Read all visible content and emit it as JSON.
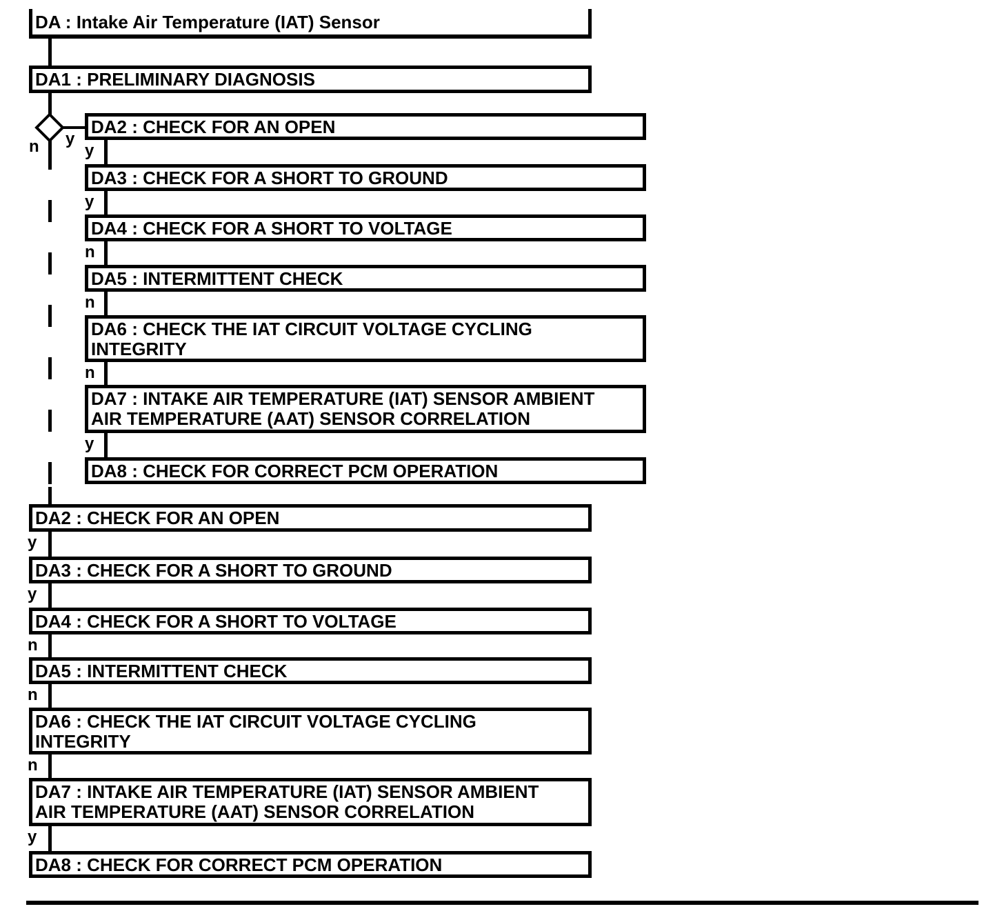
{
  "page": {
    "background": "#ffffff",
    "line_color": "#000000"
  },
  "header": {
    "title": "DA : Intake Air Temperature (IAT) Sensor"
  },
  "flowchart": {
    "root_box": {
      "label": "DA1 : PRELIMINARY DIAGNOSIS"
    },
    "decision": {
      "yes_label": "y",
      "no_label": "n"
    },
    "yes_branch_steps": [
      {
        "label": "DA2 : CHECK FOR AN OPEN",
        "outcome": "y"
      },
      {
        "label": "DA3 : CHECK FOR A SHORT TO GROUND",
        "outcome": "y"
      },
      {
        "label": "DA4 : CHECK FOR A SHORT TO VOLTAGE",
        "outcome": "n"
      },
      {
        "label": "DA5 : INTERMITTENT CHECK",
        "outcome": "n"
      },
      {
        "label": "DA6 : CHECK THE IAT CIRCUIT VOLTAGE CYCLING\nINTEGRITY",
        "outcome": "n"
      },
      {
        "label": "DA7 : INTAKE AIR TEMPERATURE (IAT) SENSOR AMBIENT\nAIR TEMPERATURE (AAT) SENSOR CORRELATION",
        "outcome": "y"
      },
      {
        "label": "DA8 : CHECK FOR CORRECT PCM OPERATION",
        "outcome": ""
      }
    ],
    "no_branch_steps": [
      {
        "label": "DA2 : CHECK FOR AN OPEN",
        "outcome": "y"
      },
      {
        "label": "DA3 : CHECK FOR A SHORT TO GROUND",
        "outcome": "y"
      },
      {
        "label": "DA4 : CHECK FOR A SHORT TO VOLTAGE",
        "outcome": "n"
      },
      {
        "label": "DA5 : INTERMITTENT CHECK",
        "outcome": "n"
      },
      {
        "label": "DA6 : CHECK THE IAT CIRCUIT VOLTAGE CYCLING\nINTEGRITY",
        "outcome": "n"
      },
      {
        "label": "DA7 : INTAKE AIR TEMPERATURE (IAT) SENSOR AMBIENT\nAIR TEMPERATURE (AAT) SENSOR CORRELATION",
        "outcome": "y"
      },
      {
        "label": "DA8 : CHECK FOR CORRECT PCM OPERATION",
        "outcome": ""
      }
    ]
  }
}
